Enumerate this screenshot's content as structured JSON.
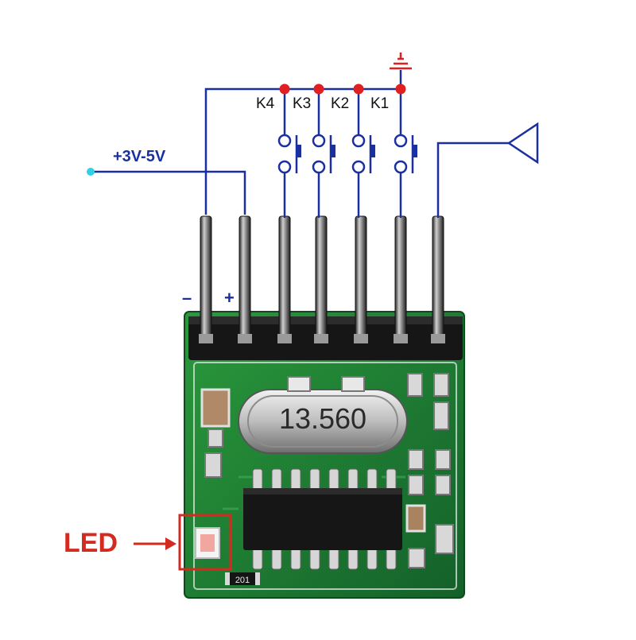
{
  "schematic": {
    "supply_label": "+3V-5V",
    "minus_label": "–",
    "plus_label": "+",
    "switch_labels": [
      "K4",
      "K3",
      "K2",
      "K1"
    ],
    "wire_color": "#1a2fa0",
    "node_color": "#e02020",
    "vcc_dot_color": "#2fd0e8"
  },
  "board": {
    "crystal_marking": "13.560",
    "resistor_marking": "201",
    "pcb_color": "#1c7a2c"
  },
  "callout": {
    "led_label": "LED",
    "color": "#d42a1f"
  }
}
